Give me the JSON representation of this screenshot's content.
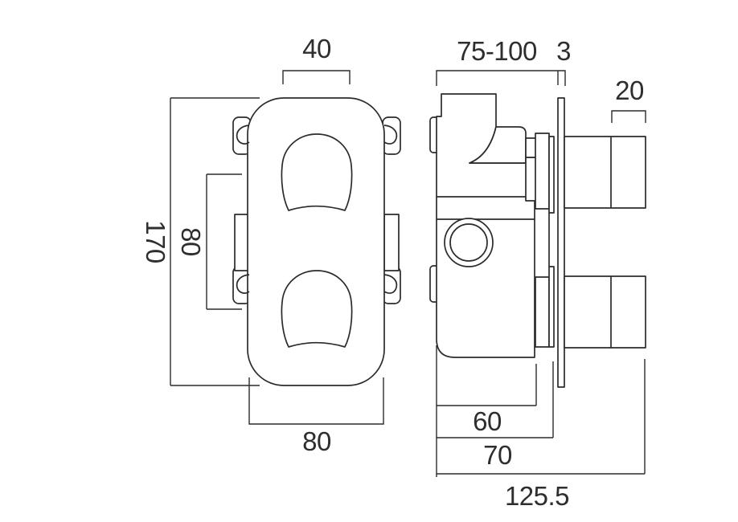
{
  "drawing": {
    "background_color": "#ffffff",
    "line_color": "#2b2b2b",
    "front_view": {
      "dim_knob_width": "40",
      "dim_total_height": "170",
      "dim_knob_centres": "80",
      "dim_total_width": "80"
    },
    "side_view": {
      "dim_wall_depth_range": "75-100",
      "dim_plate_thickness": "3",
      "dim_handle_grip_depth": "20",
      "dim_body_depth": "60",
      "dim_trim_depth": "70",
      "dim_overall_depth": "125.5"
    }
  }
}
